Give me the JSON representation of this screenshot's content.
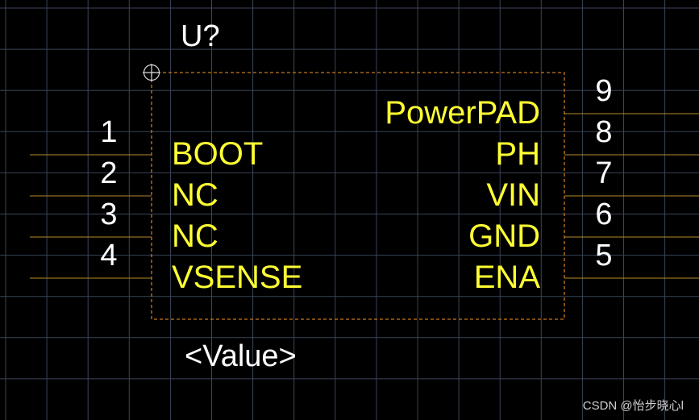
{
  "component": {
    "designator": "U?",
    "value": "<Value>",
    "left_pins": [
      {
        "number": "1",
        "name": "BOOT"
      },
      {
        "number": "2",
        "name": "NC"
      },
      {
        "number": "3",
        "name": "NC"
      },
      {
        "number": "4",
        "name": "VSENSE"
      }
    ],
    "right_pins": [
      {
        "number": "9",
        "name": "PowerPAD"
      },
      {
        "number": "8",
        "name": "PH"
      },
      {
        "number": "7",
        "name": "VIN"
      },
      {
        "number": "6",
        "name": "GND"
      },
      {
        "number": "5",
        "name": "ENA"
      }
    ]
  },
  "watermark": "CSDN @怡步晓心l",
  "colors": {
    "background": "#000000",
    "grid": "#3a4558",
    "body_outline": "#c8781e",
    "pin_line": "#b58a2a",
    "pin_name": "#ffff33",
    "pin_number": "#ffffff",
    "designator": "#ffffff",
    "value": "#ffffff",
    "origin_marker": "#d8d8d8",
    "watermark": "#cfcfcf"
  },
  "icons": {
    "origin_marker": "crosshair-circle-icon"
  }
}
